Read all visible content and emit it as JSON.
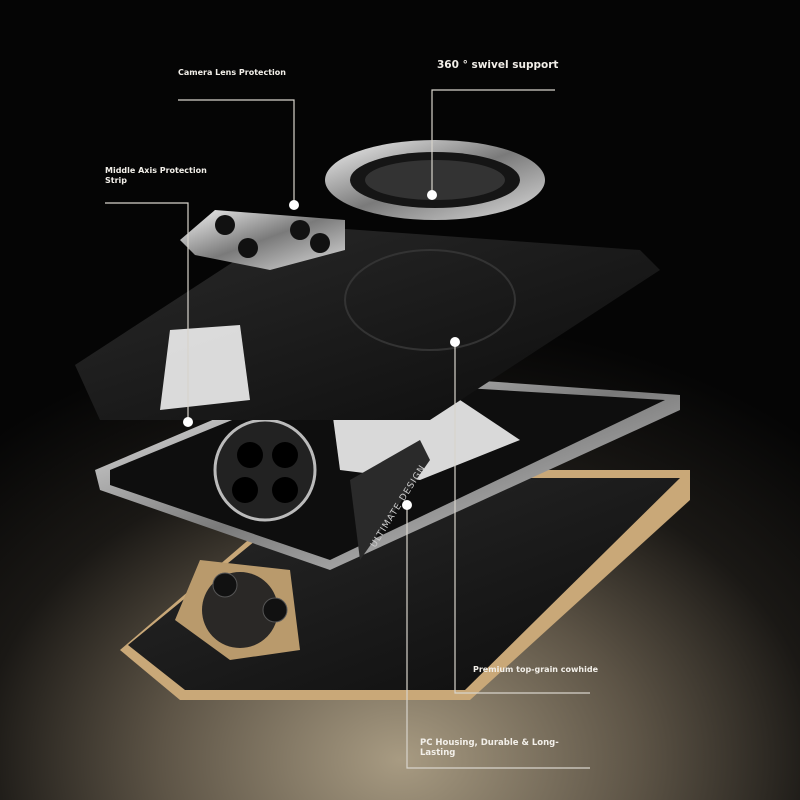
{
  "callouts": {
    "camera_lens": "Camera Lens Protection",
    "swivel": "360 ° swivel support",
    "middle_axis": "Middle Axis Protection Strip",
    "cowhide": "Premium top-grain cowhide",
    "pc_housing": "PC Housing, Durable & Long-Lasting"
  },
  "product_print": "ULTIMATE DESIGN",
  "colors": {
    "background": "#050505",
    "label": "#f2efe9",
    "leader_line": "#d8d4cc",
    "gold_frame": "#c9a878",
    "leather": "#1b1b1b",
    "chrome": "#cfcfcf"
  }
}
